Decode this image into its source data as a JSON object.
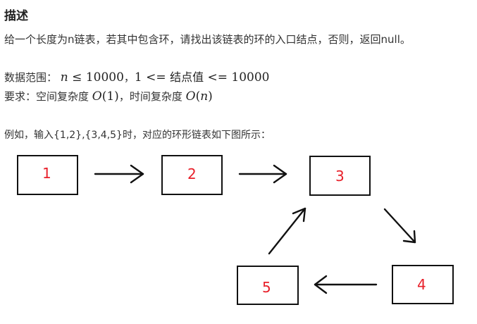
{
  "title": "描述",
  "intro": "给一个长度为n链表，若其中包含环，请找出该链表的环的入口结点，否则，返回null。",
  "range": {
    "label": "数据范围：",
    "n": "n",
    "leq": "≤",
    "max_n": "10000",
    "sep": "，",
    "min_val": "1",
    "op": "<=",
    "node_value": "结点值",
    "max_val": "10000"
  },
  "requirement": {
    "label": "要求：空间复杂度",
    "space": "O(1)",
    "sep": "，时间复杂度",
    "time": "O(n)"
  },
  "example": "例如，输入{1,2},{3,4,5}时，对应的环形链表如下图所示：",
  "diagram": {
    "nodes": [
      "1",
      "2",
      "3",
      "4",
      "5"
    ],
    "edges": [
      [
        "1",
        "2"
      ],
      [
        "2",
        "3"
      ],
      [
        "3",
        "4"
      ],
      [
        "4",
        "5"
      ],
      [
        "5",
        "3"
      ]
    ],
    "colors": {
      "node_border": "#111111",
      "node_label": "#e8202a",
      "arrow": "#111111"
    }
  }
}
